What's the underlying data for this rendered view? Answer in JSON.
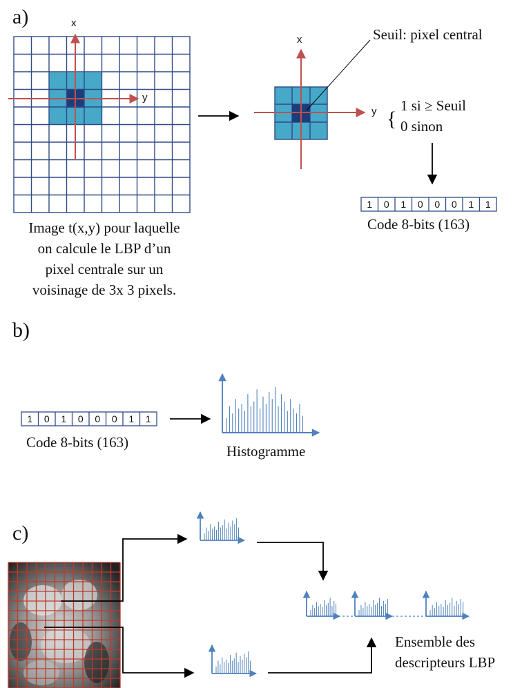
{
  "section_a": {
    "label": "a)",
    "x_axis_label": "x",
    "y_axis_label": "y",
    "threshold_callout": "Seuil: pixel central",
    "rule_line1": "1 si ≥  Seuil",
    "rule_line2": "0 sinon",
    "bits": [
      "1",
      "0",
      "1",
      "0",
      "0",
      "0",
      "1",
      "1"
    ],
    "code_caption": "Code 8-bits (163)",
    "image_caption": [
      "Image t(x,y) pour laquelle",
      "on calcule le LBP d’un",
      "pixel centrale sur un",
      "voisinage de 3x 3 pixels."
    ]
  },
  "section_b": {
    "label": "b)",
    "bits": [
      "1",
      "0",
      "1",
      "0",
      "0",
      "0",
      "1",
      "1"
    ],
    "code_caption": "Code 8-bits (163)",
    "histogram_caption": "Histogramme"
  },
  "section_c": {
    "label": "c)",
    "result_caption": [
      "Ensemble des",
      "descripteurs LBP"
    ]
  },
  "colors": {
    "grid_line": "#2f4a86",
    "cell_light": "#46a9c8",
    "cell_dark": "#1d3d7a",
    "axis_red": "#c0504d",
    "histogram_blue": "#4f81bd",
    "face_grid_red": "#c0392b"
  }
}
